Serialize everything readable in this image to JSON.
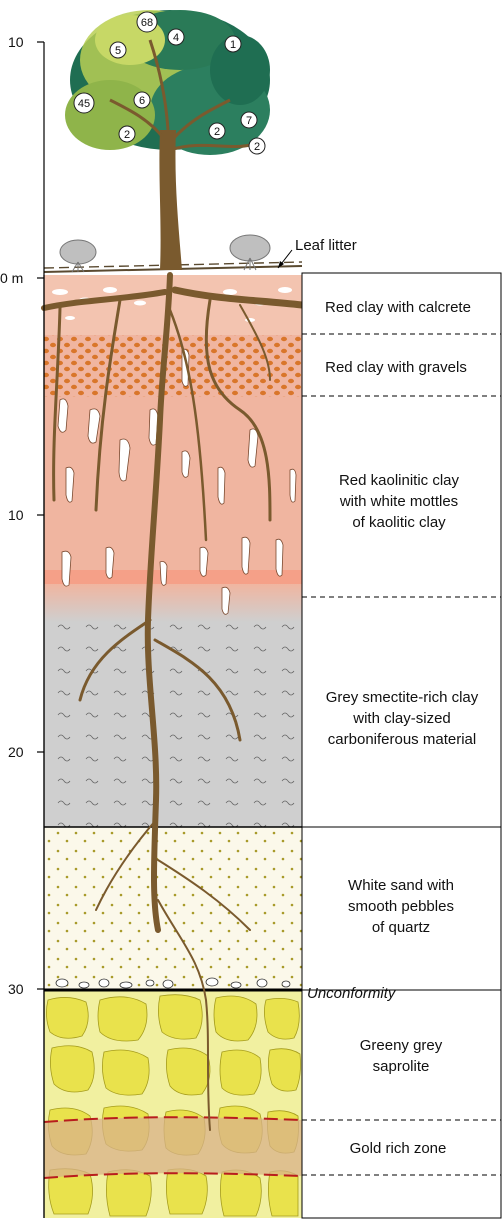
{
  "axis": {
    "ticks": [
      {
        "label": "10",
        "depth": "-10"
      },
      {
        "label": "0 m",
        "depth": "0"
      },
      {
        "label": "10",
        "depth": "10"
      },
      {
        "label": "20",
        "depth": "20"
      },
      {
        "label": "30",
        "depth": "30"
      }
    ]
  },
  "annotations": {
    "leaf_litter": "Leaf litter",
    "unconformity": "Unconformity"
  },
  "tree_numbers": [
    "68",
    "4",
    "1",
    "5",
    "6",
    "45",
    "2",
    "2",
    "7",
    "2"
  ],
  "layers": [
    {
      "lines": [
        "Red clay with calcrete"
      ]
    },
    {
      "lines": [
        "Red clay with gravels"
      ]
    },
    {
      "lines": [
        "Red kaolinitic clay",
        "with white mottles",
        "of kaolitic clay"
      ]
    },
    {
      "lines": [
        "Grey smectite-rich clay",
        "with clay-sized",
        "carboniferous material"
      ]
    },
    {
      "lines": [
        "White sand with",
        "smooth pebbles",
        "of quartz"
      ]
    },
    {
      "lines": [
        "Greeny grey",
        "saprolite"
      ]
    },
    {
      "lines": [
        "Gold rich zone"
      ]
    }
  ],
  "colors": {
    "red_clay": "#f0b5a0",
    "gravel": "#d9762a",
    "grey_clay": "#cfcfcf",
    "sand": "#fbf8ea",
    "saprolite": "#f1f0a0",
    "saprolite_blob": "#e9e24c",
    "gold_zone": "#d8b28a",
    "root": "#7a5a2e",
    "leaf_dark": "#1f6e52",
    "leaf_light": "#b9cf55"
  }
}
